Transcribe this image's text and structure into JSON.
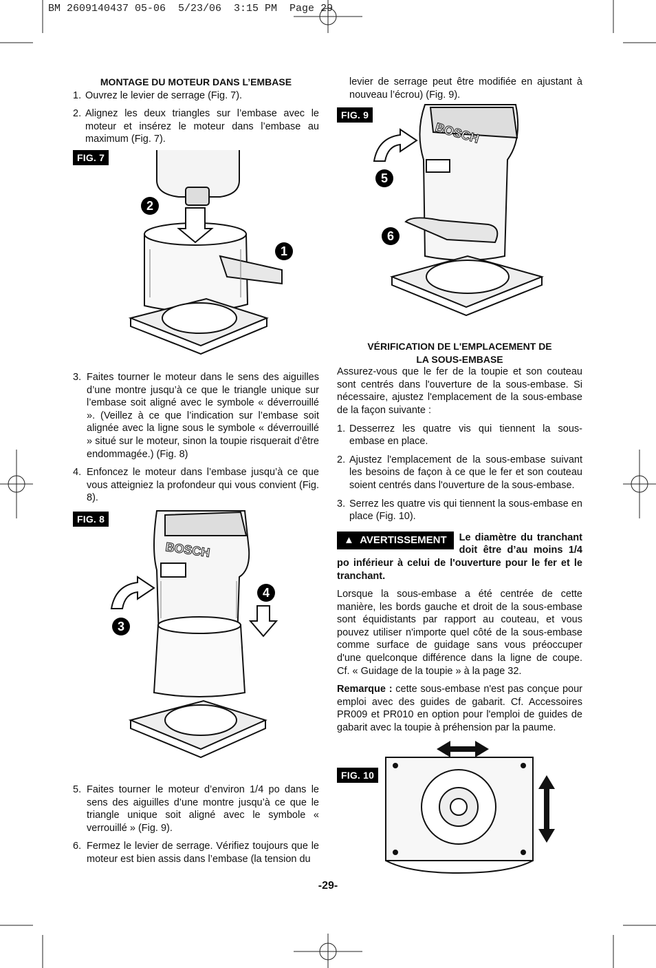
{
  "slug": "BM 2609140437 05-06  5/23/06  3:15 PM  Page 29",
  "left": {
    "heading": "MONTAGE DU MOTEUR DANS L’EMBASE",
    "steps_a": [
      {
        "n": "1.",
        "text": "Ouvrez le levier de serrage (Fig. 7)."
      },
      {
        "n": "2.",
        "text": "Alignez les deux triangles sur l’embase avec le moteur et insérez le moteur dans l’embase au maximum (Fig. 7)."
      }
    ],
    "fig7": "Fig. 7",
    "steps_b": [
      {
        "n": "3.",
        "text": "Faites tourner le moteur dans le sens des aiguilles d’une montre jusqu’à ce que le triangle unique sur l’embase soit aligné avec le symbole « déverrouillé ». (Veillez à ce que l’indication sur l’embase soit alignée avec la ligne sous le symbole « déverrouillé » situé sur le moteur, sinon la toupie risquerait d’être endommagée.) (Fig. 8)"
      },
      {
        "n": "4.",
        "text": "Enfoncez le moteur dans l’embase jusqu’à ce que vous atteigniez la profondeur qui vous convient (Fig. 8)."
      }
    ],
    "fig8": "Fig. 8",
    "steps_c": [
      {
        "n": "5.",
        "text": "Faites tourner le moteur d’environ 1/4 po dans le sens des aiguilles d’une montre jusqu’à ce que le triangle unique soit aligné avec le symbole « verrouillé » (Fig. 9)."
      },
      {
        "n": "6.",
        "text": "Fermez le levier de serrage. Vérifiez toujours que le moteur est bien assis dans l’embase (la tension du"
      }
    ]
  },
  "right": {
    "continuation": "levier de serrage peut être modifiée en ajustant à nouveau l’écrou) (Fig. 9).",
    "fig9": "Fig. 9",
    "heading_line1": "VÉRIFICATION DE L'EMPLACEMENT DE",
    "heading_line2": "LA SOUS-EMBASE",
    "intro": "Assurez-vous que le fer de la toupie et son couteau sont centrés dans l'ouverture de la sous-embase. Si nécessaire, ajustez l'emplacement de la sous-embase de la façon suivante :",
    "steps": [
      {
        "n": "1.",
        "text": "Desserrez les quatre vis qui tiennent la sous-embase en place."
      },
      {
        "n": "2.",
        "text": "Ajustez l'emplacement de la sous-embase suivant les besoins de façon à ce que le fer et son couteau soient centrés dans l'ouverture de la sous-embase."
      },
      {
        "n": "3.",
        "text": "Serrez les quatre vis qui tiennent la sous-embase en place (Fig. 10)."
      }
    ],
    "warning_label": "AVERTISSEMENT",
    "warning_text": "Le diamètre du tranchant doit être d’au moins 1/4 po inférieur à celui de l'ouverture pour le fer et le tranchant.",
    "para": "Lorsque la sous-embase a été centrée de cette manière, les bords gauche et droit de la sous-embase sont équidistants par rapport au couteau, et vous pouvez utiliser n'importe quel côté de la sous-embase comme surface de guidage sans vous préoccuper d'une quelconque différence dans la ligne de coupe. Cf. « Guidage de la toupie » à la page 32.",
    "note_label": "Remarque :",
    "note_text": " cette sous-embase n'est pas conçue pour emploi avec des guides de gabarit. Cf. Accessoires PR009 et PR010 en option pour l'emploi de guides de gabarit avec la toupie à préhension par la paume.",
    "fig10": "Fig. 10"
  },
  "callouts": {
    "c1": "1",
    "c2": "2",
    "c3": "3",
    "c4": "4",
    "c5": "5",
    "c6": "6"
  },
  "brand_mark": "BOSCH",
  "page_number": "-29-"
}
